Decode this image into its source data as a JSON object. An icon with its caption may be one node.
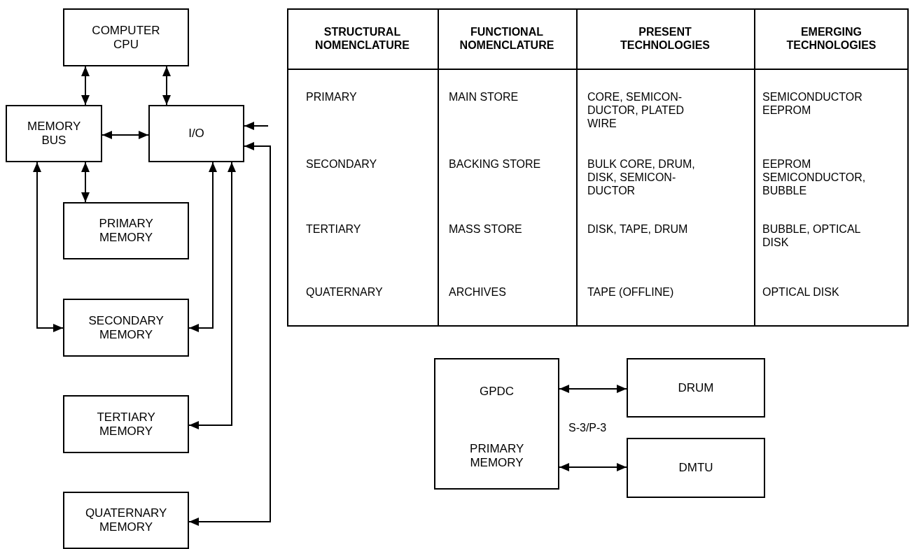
{
  "diagram": {
    "nodes": [
      {
        "text": [
          "COMPUTER CPU"
        ]
      },
      {
        "text": [
          "MEMORY BUS"
        ]
      },
      {
        "text": [
          "I/O"
        ]
      },
      {
        "text": [
          "PRIMARY MEMORY"
        ]
      },
      {
        "text": [
          "SECONDARY MEMORY"
        ]
      },
      {
        "text": [
          "TERTIARY MEMORY"
        ]
      },
      {
        "text": [
          "QUATERNARY MEMORY"
        ]
      },
      {
        "text": [
          "GPDC",
          "PRIMARY MEMORY"
        ]
      },
      {
        "text": [
          "DRUM"
        ]
      },
      {
        "text": [
          "DMTU"
        ]
      }
    ],
    "edges": [
      {
        "from": 0,
        "to": 1,
        "arrow": "both"
      },
      {
        "from": 0,
        "to": 2,
        "arrow": "both"
      },
      {
        "from": 1,
        "to": 2,
        "arrow": "both"
      },
      {
        "from": 1,
        "to": 3,
        "arrow": "both"
      },
      {
        "from": 1,
        "to": 4,
        "arrow": "both"
      },
      {
        "from": 2,
        "to": 4,
        "arrow": "both"
      },
      {
        "from": 2,
        "to": 5,
        "arrow": "both"
      },
      {
        "from": 2,
        "to": 6,
        "arrow": "both"
      },
      {
        "from": null,
        "to": 2,
        "arrow": "to"
      },
      {
        "from": 7,
        "to": 8,
        "arrow": "both"
      },
      {
        "from": 7,
        "to": 9,
        "arrow": "both"
      }
    ],
    "labels": [
      "STRUCTURAL NOMENCLATURE",
      "FUNCTIONAL NOMENCLATURE",
      "PRESENT TECHNOLOGIES",
      "EMERGING TECHNOLOGIES",
      "PRIMARY",
      "MAIN STORE",
      "CORE, SEMICON- DUCTOR, PLATED WIRE",
      "SEMICONDUCTOR EEPROM",
      "SECONDARY",
      "BACKING STORE",
      "BULK CORE, DRUM, DISK, SEMICON- DUCTOR",
      "EEPROM SEMICONDUCTOR, BUBBLE",
      "TERTIARY",
      "MASS STORE",
      "DISK, TAPE, DRUM",
      "BUBBLE, OPTICAL DISK",
      "QUATERNARY",
      "ARCHIVES",
      "TAPE (OFFLINE)",
      "OPTICAL DISK",
      "S-3/P-3"
    ]
  }
}
